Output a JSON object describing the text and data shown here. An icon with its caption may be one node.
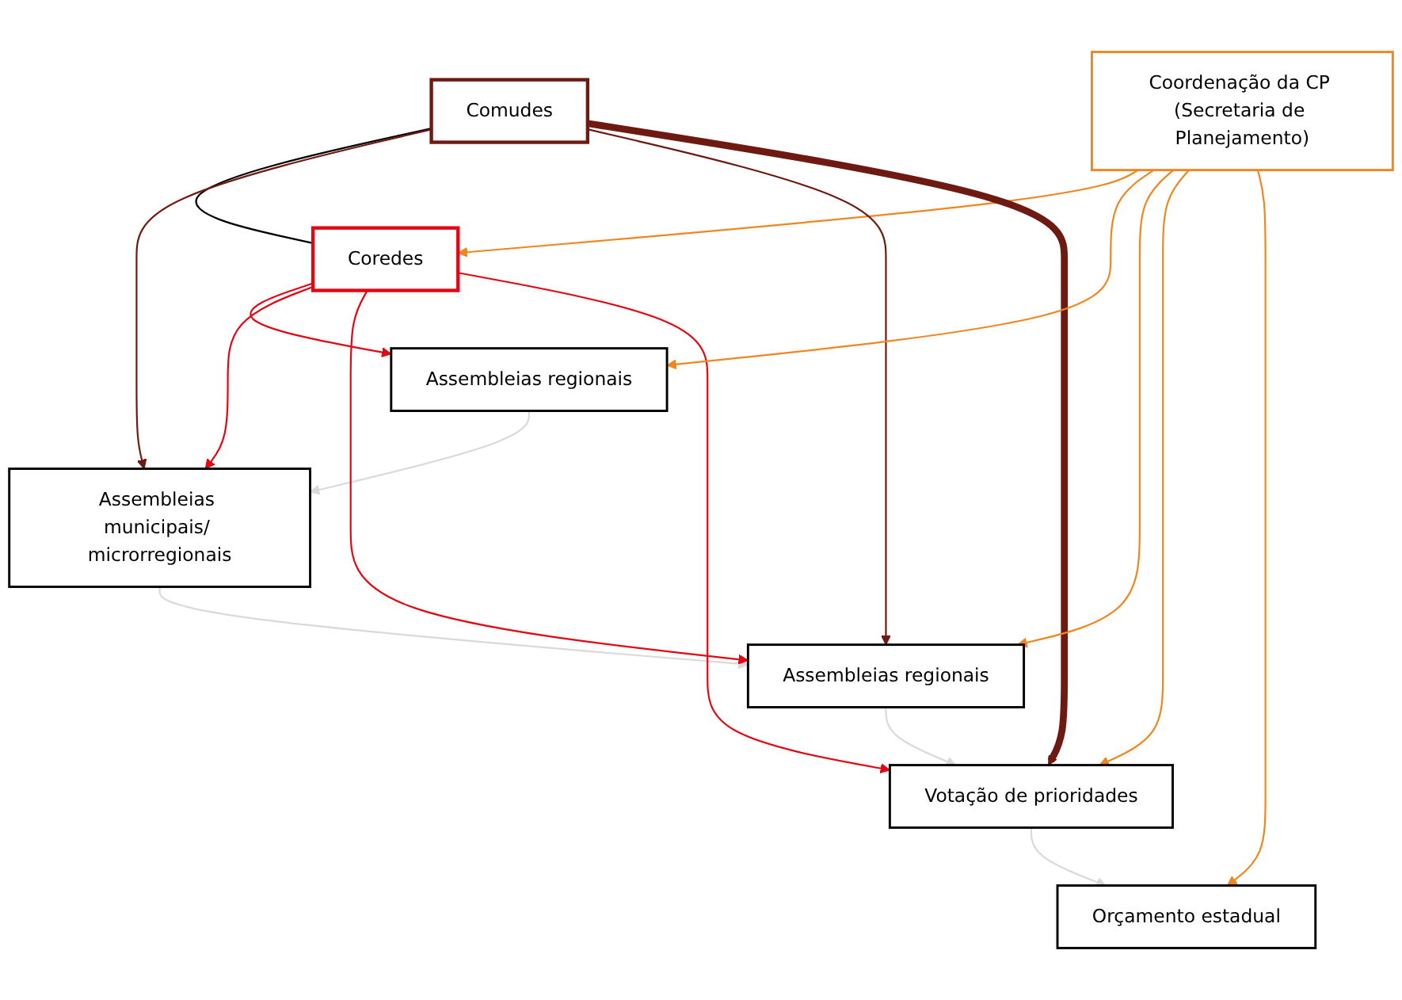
{
  "diagram": {
    "nodes": [
      {
        "text": [
          "Assembleias regionais"
        ]
      },
      {
        "text": [
          "Assembleias municipais/ microrregionais"
        ]
      },
      {
        "text": [
          "Assembleias regionais"
        ]
      },
      {
        "text": [
          "Votação de prioridades"
        ]
      },
      {
        "text": [
          "Orçamento estadual"
        ]
      },
      {
        "text": [
          "Comudes"
        ]
      },
      {
        "text": [
          "Coredes"
        ]
      },
      {
        "text": [
          "Coordenação da CP (Secretaria de Planejamento)"
        ]
      }
    ],
    "edges": [
      {
        "from": 0,
        "to": 1,
        "arrow": "to",
        "color": "#d9d9d9"
      },
      {
        "from": 1,
        "to": 2,
        "arrow": "to",
        "color": "#d9d9d9"
      },
      {
        "from": 2,
        "to": 3,
        "arrow": "to",
        "color": "#d9d9d9"
      },
      {
        "from": 3,
        "to": 4,
        "arrow": "to",
        "color": "#d9d9d9"
      },
      {
        "from": 5,
        "to": 6,
        "arrow": "none",
        "color": "#000000"
      },
      {
        "from": 7,
        "to": 6,
        "arrow": "to"
      },
      {
        "from": 5,
        "to": 1,
        "arrow": "to",
        "color": "#6e1a12"
      },
      {
        "from": 5,
        "to": 2,
        "arrow": "to",
        "color": "#6e1a12"
      },
      {
        "from": 5,
        "to": 3,
        "arrow": "to",
        "style": "thick",
        "color": "#6e1a12"
      },
      {
        "from": 6,
        "to": 0,
        "arrow": "to",
        "color": "#e30613"
      },
      {
        "from": 6,
        "to": 1,
        "arrow": "to",
        "color": "#e30613"
      },
      {
        "from": 6,
        "to": 2,
        "arrow": "to",
        "color": "#e30613"
      },
      {
        "from": 6,
        "to": 3,
        "arrow": "to",
        "color": "#e30613"
      },
      {
        "from": 7,
        "to": 0,
        "arrow": "to"
      },
      {
        "from": 7,
        "to": 2,
        "arrow": "to"
      },
      {
        "from": 7,
        "to": 3,
        "arrow": "to"
      },
      {
        "from": 7,
        "to": 4,
        "arrow": "to"
      }
    ]
  }
}
